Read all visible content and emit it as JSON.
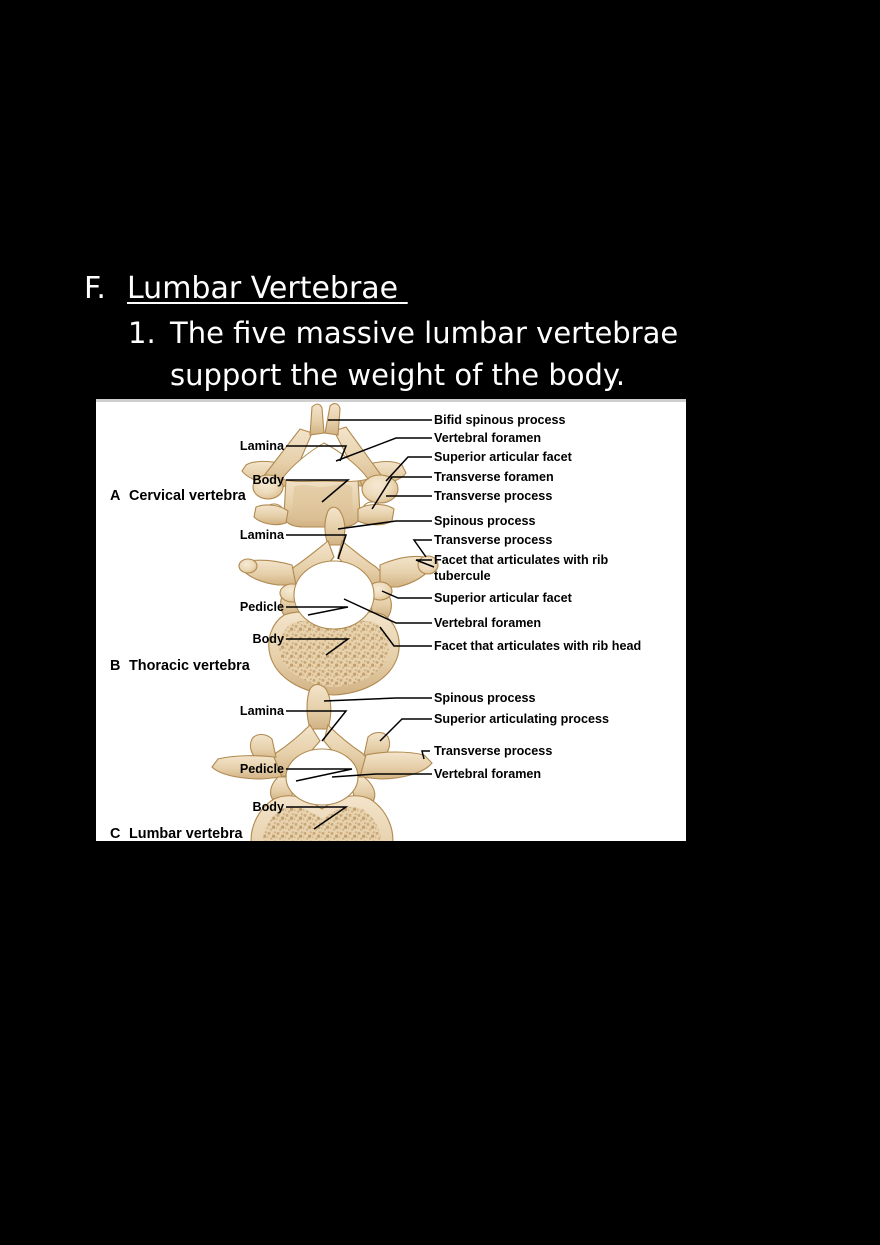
{
  "slide": {
    "heading": {
      "marker": "F.",
      "text": "Lumbar Vertebrae "
    },
    "point": {
      "marker": "1.",
      "text": "The five massive lumbar vertebrae support the weight of the body."
    }
  },
  "figure": {
    "background": "#ffffff",
    "bone_fill": "#e9d6b4",
    "bone_shadow": "#cfab78",
    "bone_outline": "#b08a50",
    "panels": [
      {
        "id": "A",
        "caption_letter": "A",
        "caption_text": "Cervical vertebra",
        "labels_left": [
          "Lamina",
          "Body"
        ],
        "labels_right": [
          "Bifid spinous process",
          "Vertebral foramen",
          "Superior articular facet",
          "Transverse foramen",
          "Transverse process"
        ]
      },
      {
        "id": "B",
        "caption_letter": "B",
        "caption_text": "Thoracic vertebra",
        "labels_left": [
          "Lamina",
          "Pedicle",
          "Body"
        ],
        "labels_right": [
          "Spinous process",
          "Transverse process",
          "Facet that articulates with rib",
          "tubercule",
          "Superior articular facet",
          "Vertebral foramen",
          "Facet that articulates with rib head"
        ]
      },
      {
        "id": "C",
        "caption_letter": "C",
        "caption_text": "Lumbar vertebra",
        "labels_left": [
          "Lamina",
          "Pedicle",
          "Body"
        ],
        "labels_right": [
          "Spinous process",
          "Superior articulating process",
          "Transverse process",
          "Vertebral foramen"
        ]
      }
    ]
  }
}
